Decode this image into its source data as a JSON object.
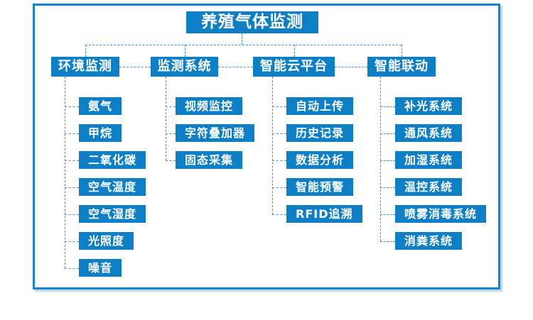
{
  "title": "养殖气体监测",
  "branches": [
    {
      "label": "环境监测",
      "children": [
        "氨气",
        "甲烷",
        "二氧化碳",
        "空气温度",
        "空气湿度",
        "光照度",
        "噪音"
      ]
    },
    {
      "label": "监测系统",
      "children": [
        "视频监控",
        "字符叠加器",
        "固态采集"
      ]
    },
    {
      "label": "智能云平台",
      "children": [
        "自动上传",
        "历史记录",
        "数据分析",
        "智能预警",
        "RFID追溯"
      ]
    },
    {
      "label": "智能联动",
      "children": [
        "补光系统",
        "通风系统",
        "加湿系统",
        "温控系统",
        "喷雾消毒系统",
        "消粪系统"
      ]
    }
  ],
  "colors": {
    "node_background": "#0e7fc4",
    "node_text": "#ffffff",
    "connector": "#3f93cf",
    "frame_border": "#1583cb",
    "frame_shadow": "#bcdaee"
  }
}
